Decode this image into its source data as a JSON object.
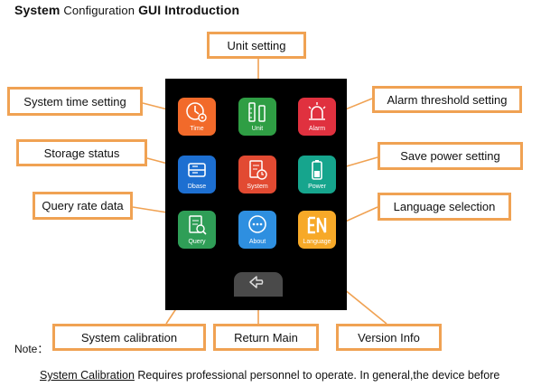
{
  "title": {
    "part1": "System",
    "part2": "Configuration",
    "part3": "GUI Introduction"
  },
  "callouts": {
    "unit_setting": "Unit setting",
    "system_time_setting": "System time setting",
    "alarm_threshold_setting": "Alarm threshold setting",
    "storage_status": "Storage status",
    "save_power_setting": "Save power setting",
    "query_rate_data": "Query rate data",
    "language_selection": "Language selection",
    "system_calibration": "System calibration",
    "return_main": "Return Main",
    "version_info": "Version Info"
  },
  "apps": [
    {
      "label": "Time",
      "color": "#f26a2a",
      "icon": "clock-gear-icon"
    },
    {
      "label": "Unit",
      "color": "#2f9e44",
      "icon": "unit-tubes-icon"
    },
    {
      "label": "Alarm",
      "color": "#e0313f",
      "icon": "alarm-icon"
    },
    {
      "label": "Dbase",
      "color": "#1d6fd1",
      "icon": "database-icon"
    },
    {
      "label": "System",
      "color": "#e24a32",
      "icon": "system-clock-icon"
    },
    {
      "label": "Power",
      "color": "#16a58d",
      "icon": "battery-icon"
    },
    {
      "label": "Query",
      "color": "#2f9e57",
      "icon": "query-document-icon"
    },
    {
      "label": "About",
      "color": "#2e8fe0",
      "icon": "about-chat-icon"
    },
    {
      "label": "Language",
      "color": "#f7a928",
      "icon": "language-en-icon"
    }
  ],
  "back_button": {
    "icon": "back-arrow-icon"
  },
  "colors": {
    "callout_border": "#f0a253",
    "screen": "#000000"
  },
  "note_label": "Note：",
  "description": {
    "link": "System Calibration",
    "text": " Requires professional personnel to operate. In general,the device before"
  }
}
